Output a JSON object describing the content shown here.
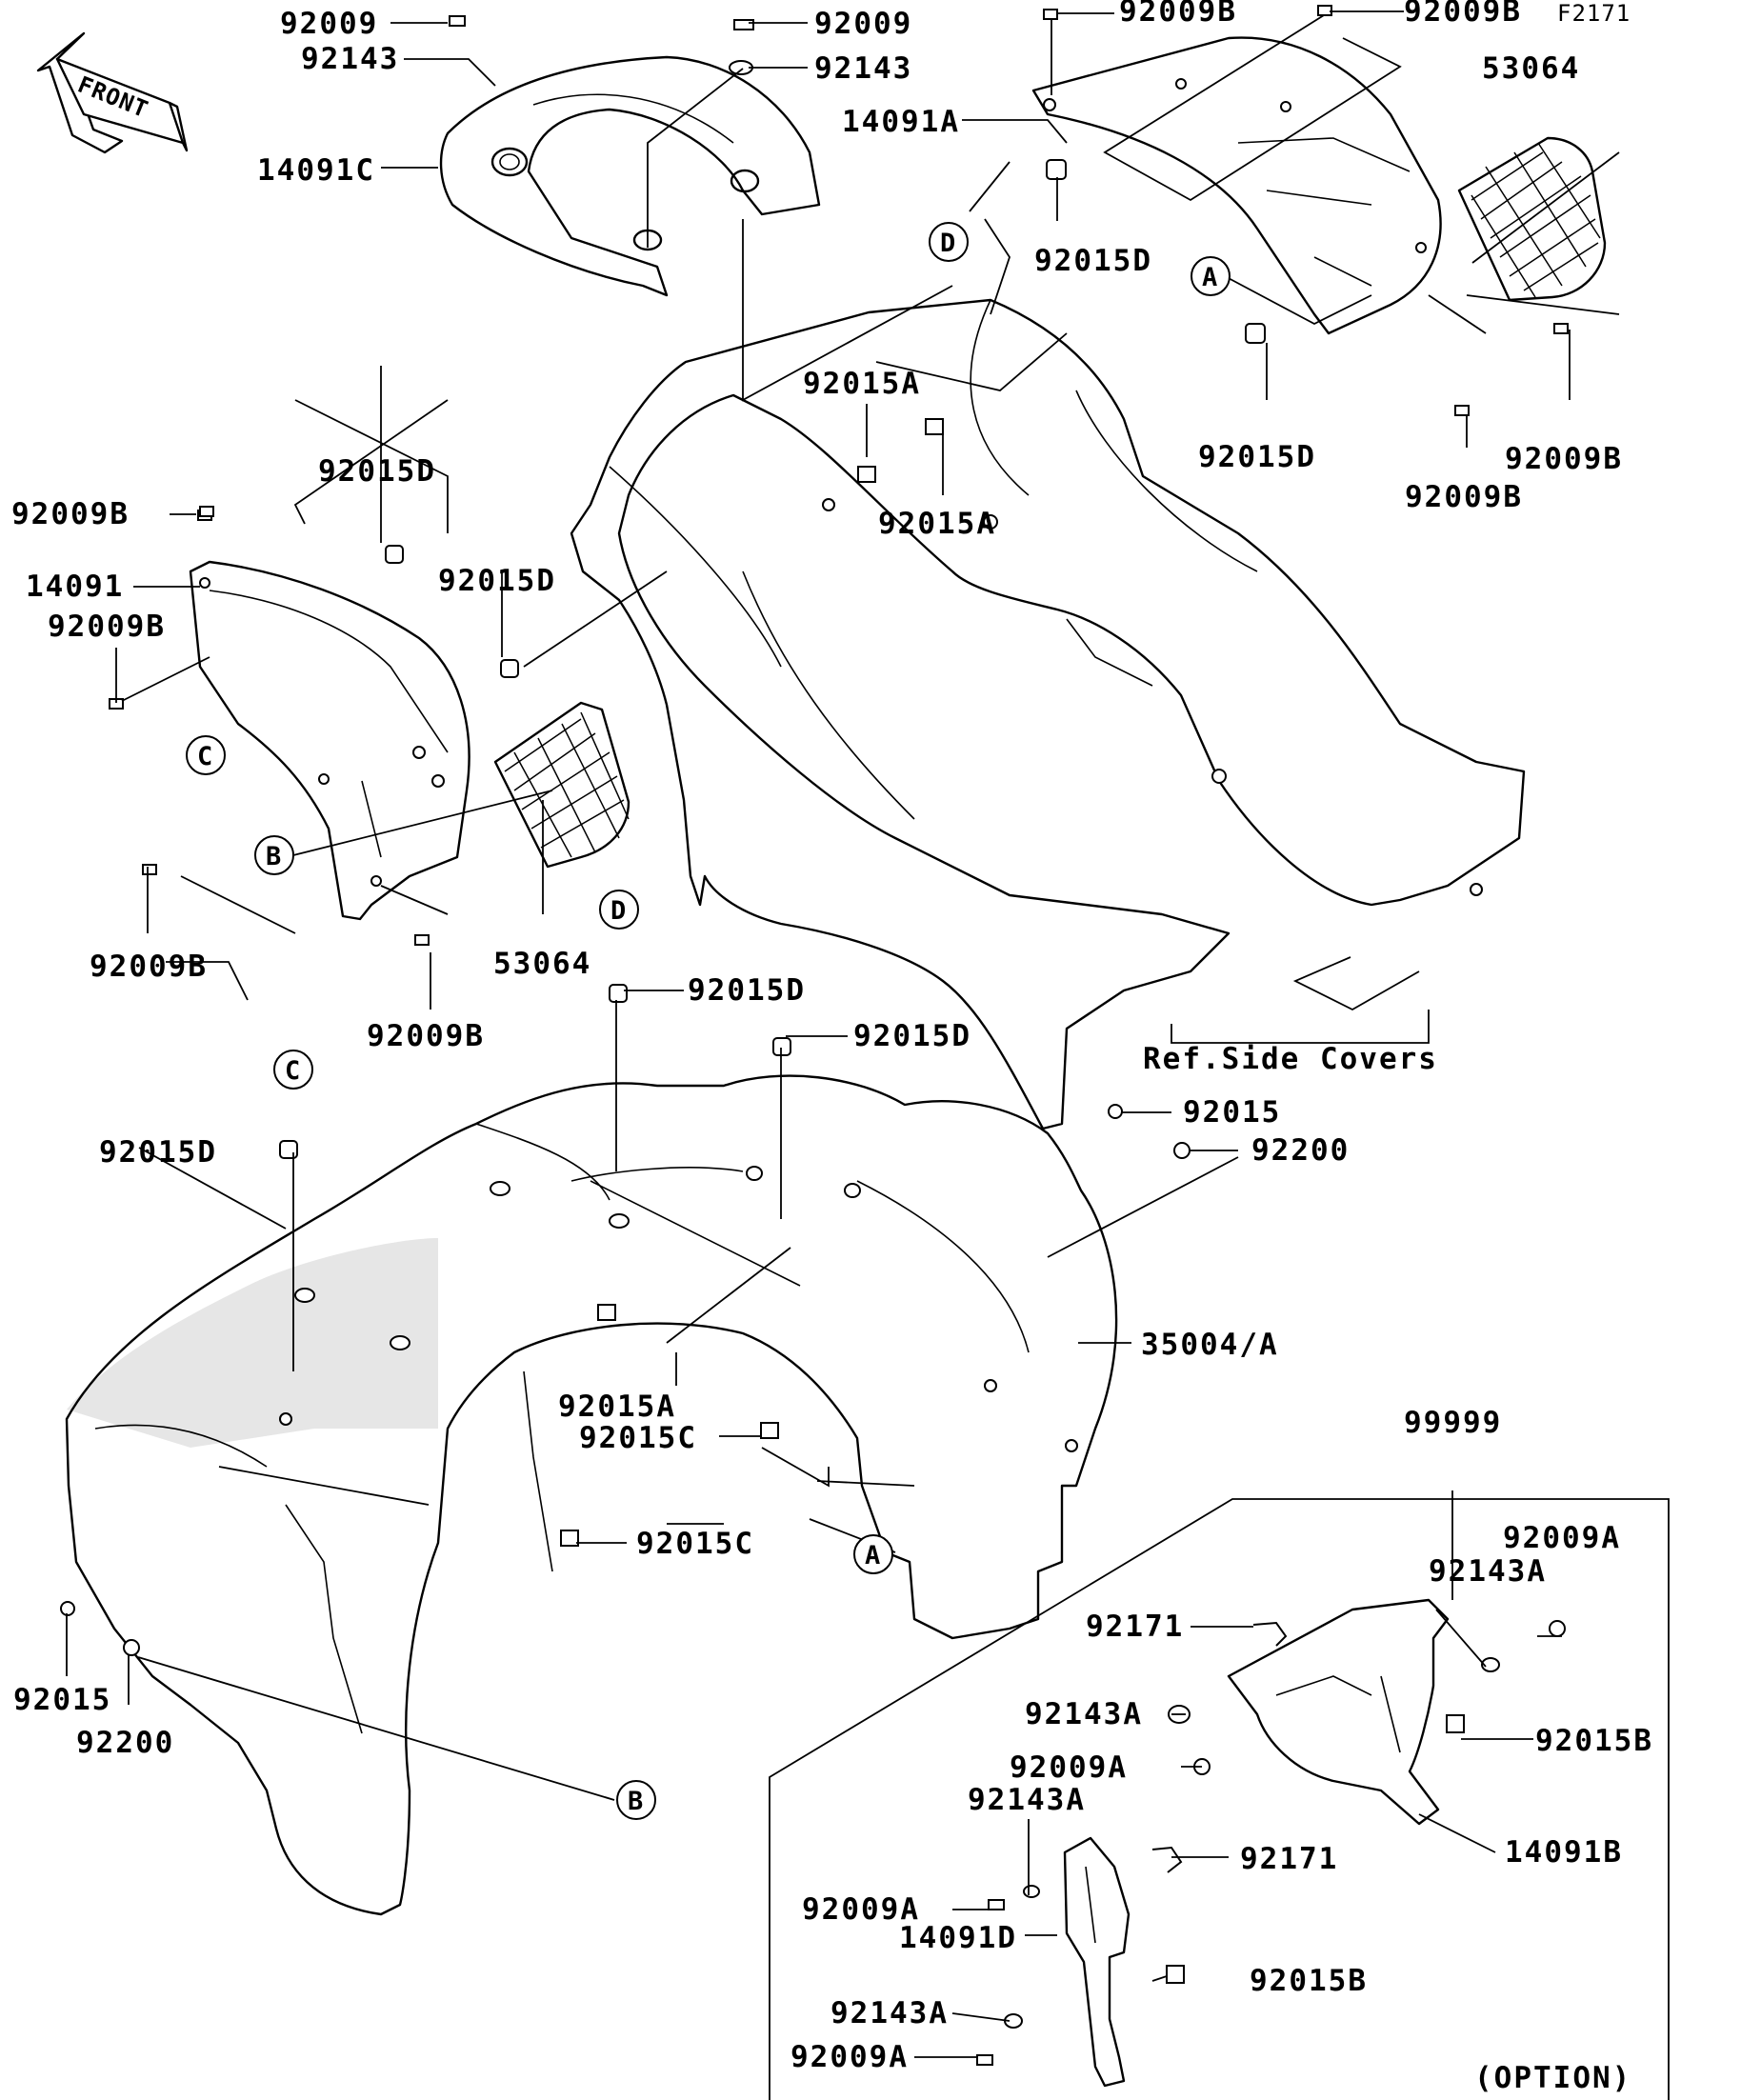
{
  "figure_code": "F2171",
  "direction_badge": "FRONT",
  "option_label": "(OPTION)",
  "callouts": [
    "A",
    "B",
    "C",
    "D"
  ],
  "labels": {
    "92009_top_left": "92009",
    "92143_top_left": "92143",
    "14091C": "14091C",
    "92009_top_mid": "92009",
    "92143_top_mid": "92143",
    "92009B_top_1": "92009B",
    "92009B_top_2": "92009B",
    "14091A": "14091A",
    "53064_right": "53064",
    "92015D_top": "92015D",
    "92015A_upper": "92015A",
    "92015A_upper_2": "92015A",
    "92015D_right": "92015D",
    "92009B_right_1": "92009B",
    "92009B_right_2": "92009B",
    "92015D_left_top": "92015D",
    "92009B_left_1": "92009B",
    "14091": "14091",
    "92009B_left_2": "92009B",
    "92015D_left_mid": "92015D",
    "92009B_left_3": "92009B",
    "53064_left": "53064",
    "92009B_left_4": "92009B",
    "92015D_mid_1": "92015D",
    "92015D_mid_2": "92015D",
    "ref_side_covers": "Ref.Side Covers",
    "92015_right": "92015",
    "92200_right": "92200",
    "92015D_left_low": "92015D",
    "35004A": "35004/A",
    "92015A_lower": "92015A",
    "92015C_1": "92015C",
    "92015C_2": "92015C",
    "99999": "99999",
    "92009A_1": "92009A",
    "92143A_1": "92143A",
    "92171_1": "92171",
    "92143A_2": "92143A",
    "92015B_1": "92015B",
    "92009A_2": "92009A",
    "14091B": "14091B",
    "92143A_3": "92143A",
    "92171_2": "92171",
    "92009A_3": "92009A",
    "14091D": "14091D",
    "92015B_2": "92015B",
    "92143A_4": "92143A",
    "92009A_4": "92009A",
    "92015_left": "92015",
    "92200_left": "92200"
  }
}
